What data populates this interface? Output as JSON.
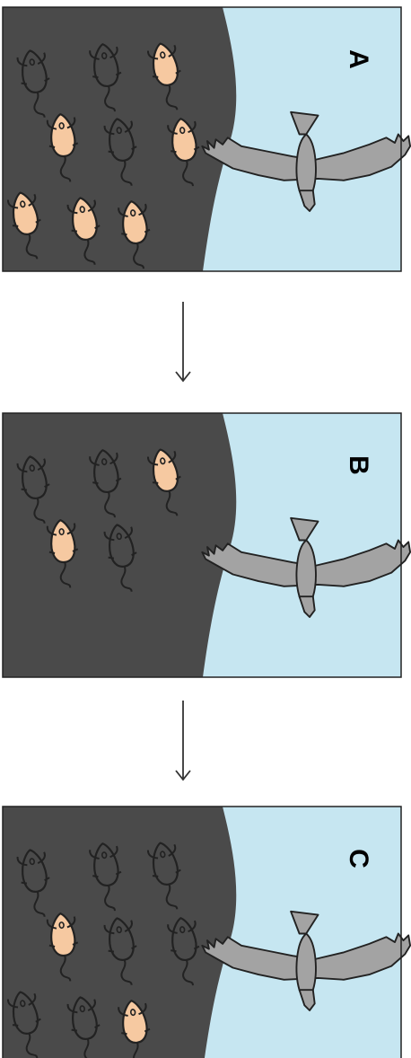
{
  "colors": {
    "ground": "#4a4a4a",
    "sky": "#c6e6f1",
    "mouse_dark": "#4a4a4a",
    "mouse_light": "#f6c9a1",
    "hawk": "#a3a3a3",
    "outline": "#222222"
  },
  "panels": [
    {
      "label": "A",
      "mice": [
        "dark",
        "dark",
        "light",
        "light",
        "dark",
        "light",
        "light",
        "light",
        "light"
      ]
    },
    {
      "label": "B",
      "mice": [
        "dark",
        "dark",
        "light",
        "light",
        "dark"
      ]
    },
    {
      "label": "C",
      "mice": [
        "dark",
        "dark",
        "dark",
        "light",
        "dark",
        "dark",
        "dark",
        "dark",
        "light"
      ]
    }
  ],
  "icons": [
    "mouse-icon",
    "hawk-icon",
    "arrow-down-icon"
  ]
}
